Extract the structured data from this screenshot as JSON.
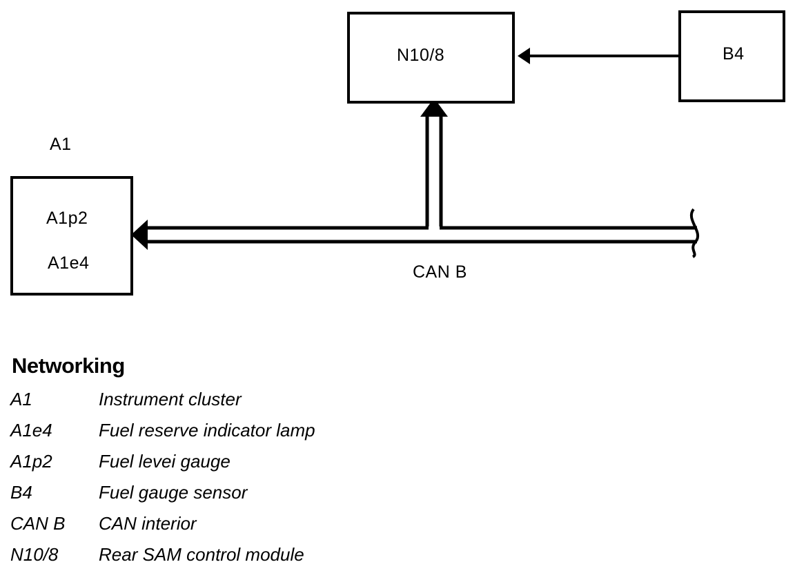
{
  "diagram": {
    "boxes": {
      "n10_8": "N10/8",
      "b4": "B4",
      "a1_p2": "A1p2",
      "a1_e4": "A1e4"
    },
    "labels": {
      "a1": "A1",
      "can_b": "CAN B"
    }
  },
  "legend": {
    "title": "Networking",
    "items": [
      {
        "code": "A1",
        "description": "Instrument cluster"
      },
      {
        "code": "A1e4",
        "description": "Fuel reserve indicator lamp"
      },
      {
        "code": "A1p2",
        "description": "Fuel levei gauge"
      },
      {
        "code": "B4",
        "description": "Fuel gauge sensor"
      },
      {
        "code": "CAN B",
        "description": "CAN interior"
      },
      {
        "code": "N10/8",
        "description": "Rear SAM control module"
      }
    ]
  }
}
